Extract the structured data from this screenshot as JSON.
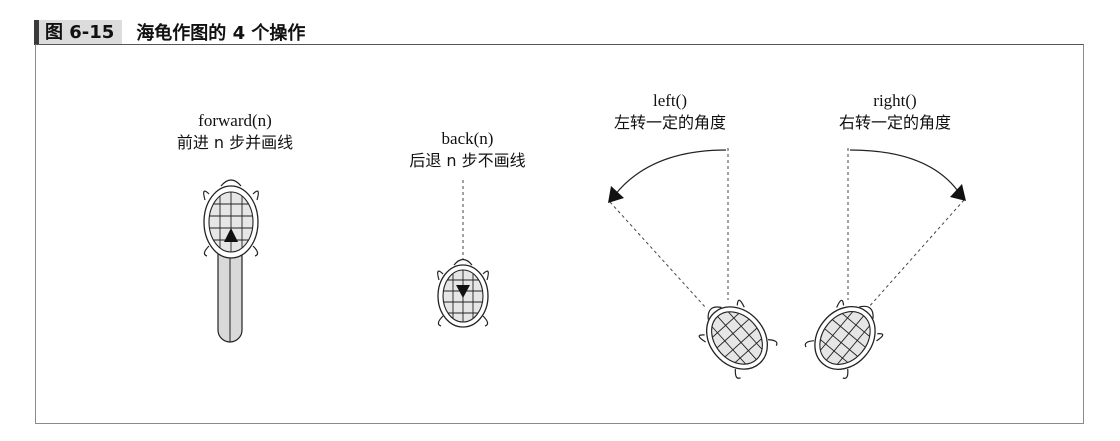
{
  "figure": {
    "number": "图 6-15",
    "title": "海龟作图的 4 个操作"
  },
  "panels": [
    {
      "command": "forward(n)",
      "description": "前进 n 步并画线"
    },
    {
      "command": "back(n)",
      "description": "后退 n 步不画线"
    },
    {
      "command": "left()",
      "description": "左转一定的角度"
    },
    {
      "command": "right()",
      "description": "右转一定的角度"
    }
  ],
  "colors": {
    "stroke": "#222222",
    "shell_fill": "#e6e6e6",
    "trail_fill": "#d9d9d9",
    "header_box": "#dcdcdc"
  }
}
